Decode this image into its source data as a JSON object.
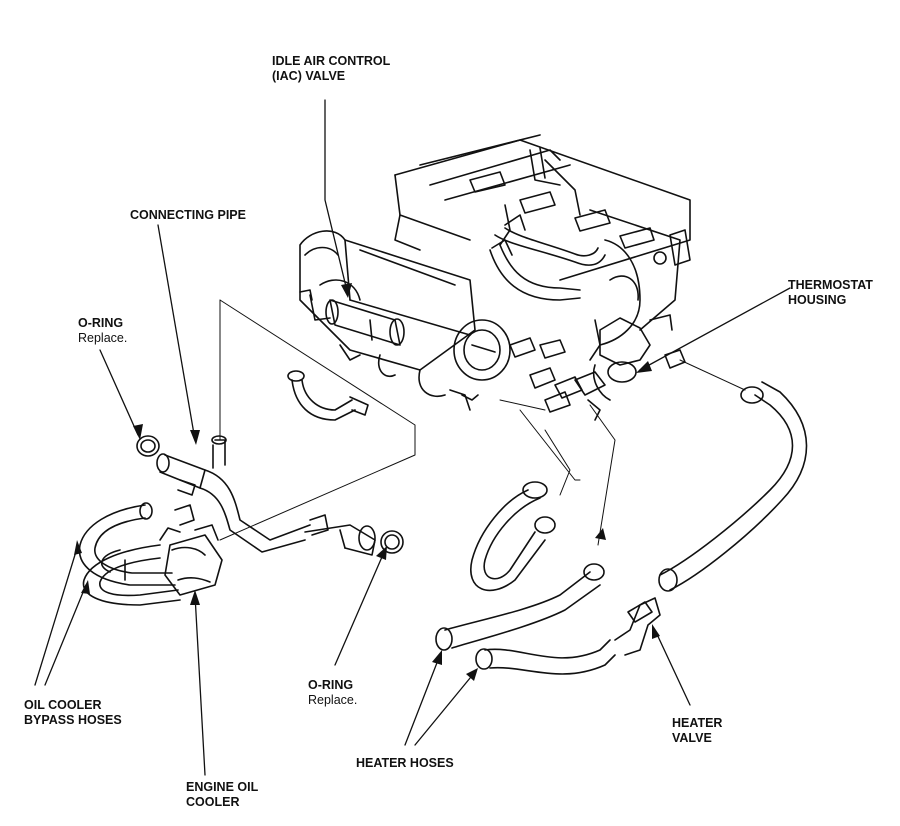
{
  "figure": {
    "callouts": {
      "iac_valve": {
        "line1": "IDLE AIR CONTROL",
        "line2": "(IAC) VALVE"
      },
      "connecting_pipe": {
        "line1": "CONNECTING PIPE"
      },
      "o_ring_left": {
        "line1": "O-RING",
        "note": "Replace."
      },
      "thermostat_housing": {
        "line1": "THERMOSTAT",
        "line2": "HOUSING"
      },
      "oil_cooler_bypass_hoses": {
        "line1": "OIL COOLER",
        "line2": "BYPASS HOSES"
      },
      "o_ring_right": {
        "line1": "O-RING",
        "note": "Replace."
      },
      "heater_valve": {
        "line1": "HEATER",
        "line2": "VALVE"
      },
      "heater_hoses": {
        "line1": "HEATER HOSES"
      },
      "engine_oil_cooler": {
        "line1": "ENGINE OIL",
        "line2": "COOLER"
      }
    },
    "colors": {
      "ink": "#111111",
      "paper": "#ffffff"
    }
  }
}
